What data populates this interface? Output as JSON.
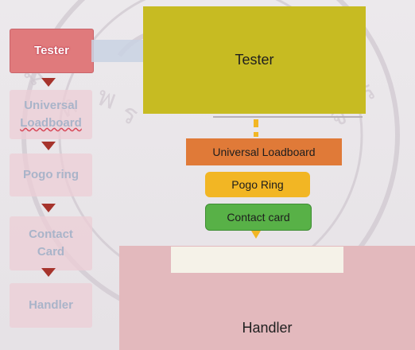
{
  "left_flow": {
    "tester": "Tester",
    "universal_loadboard": [
      "Universal",
      "Loadboard"
    ],
    "pogo_ring": "Pogo ring",
    "contact_card": [
      "Contact",
      "Card"
    ],
    "handler": "Handler"
  },
  "stack": {
    "tester": "Tester",
    "universal_loadboard": "Universal Loadboard",
    "pogo_ring": "Pogo Ring",
    "contact_card": "Contact card",
    "handler": "Handler"
  },
  "colors": {
    "tester_block": "#c7bb22",
    "loadboard_bar": "#e07a38",
    "pogo_bar": "#f2b624",
    "contact_bar": "#58b147",
    "handler_block": "#e3b9bd",
    "arrow": "#a6332c",
    "active_step": "#e07a7c"
  }
}
